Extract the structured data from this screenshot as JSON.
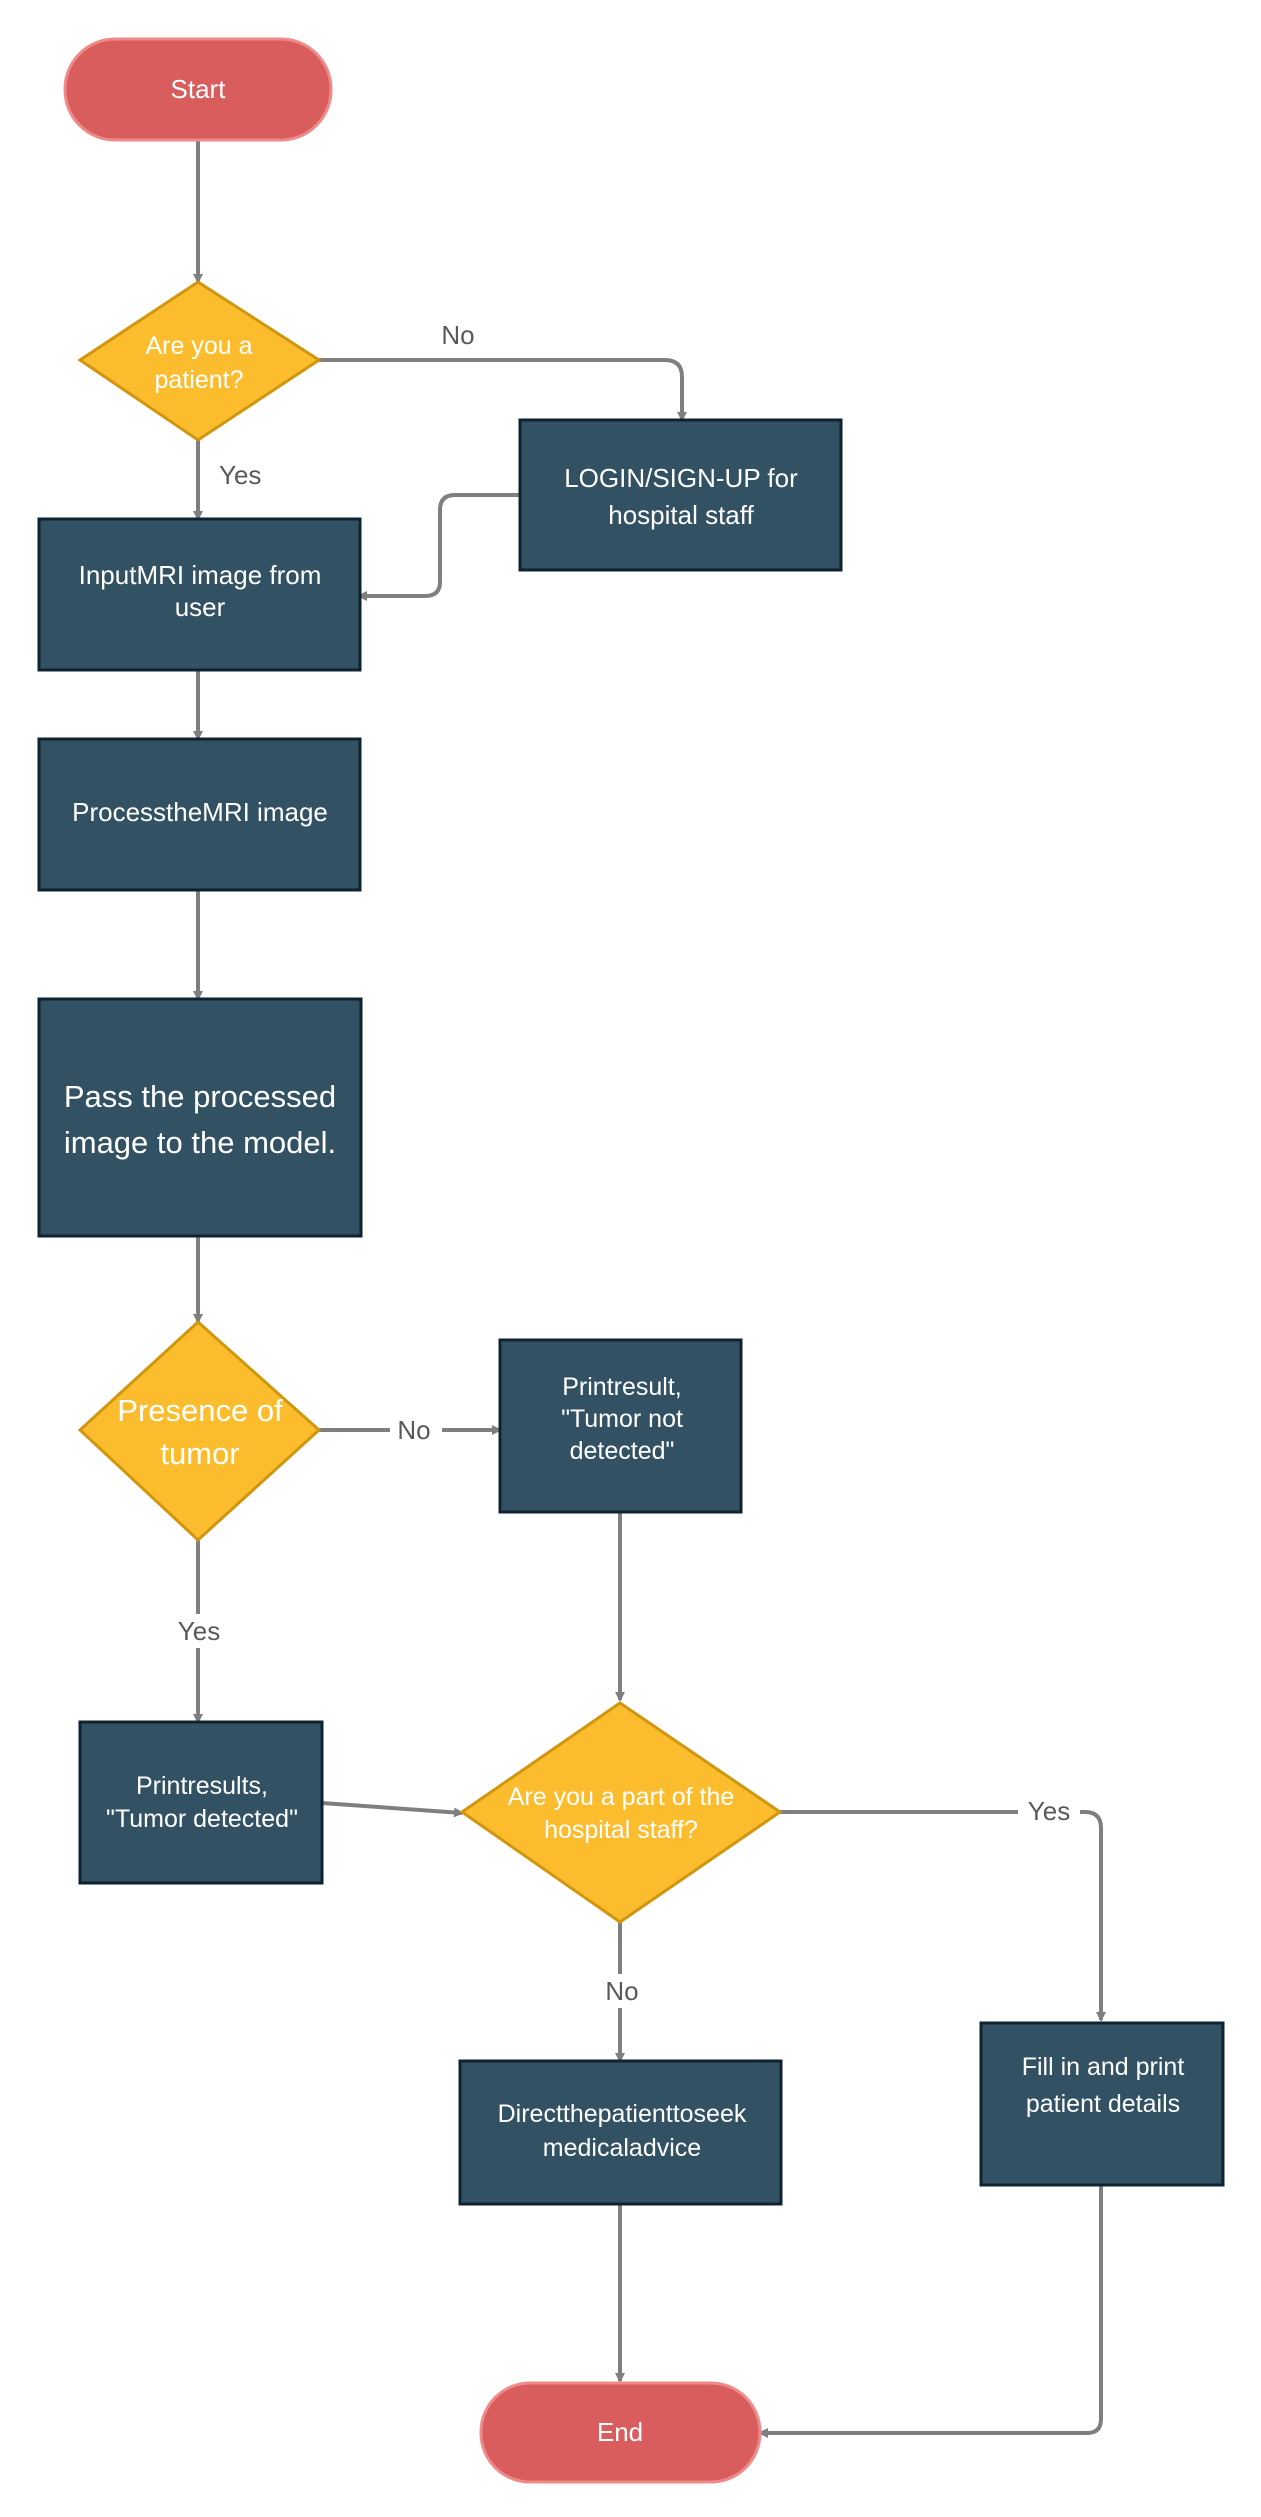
{
  "colors": {
    "terminal_fill": "#d95d5d",
    "terminal_stroke": "#f08a8a",
    "process_fill": "#325163",
    "process_stroke": "#0f2230",
    "decision_fill": "#fbbd2e",
    "decision_stroke": "#d1960e",
    "connector": "#7f7f7f",
    "label": "#595959"
  },
  "nodes": {
    "start": {
      "lines": [
        "Start"
      ]
    },
    "patient_decision": {
      "lines": [
        "Are you a",
        "patient?"
      ]
    },
    "login": {
      "lines": [
        "LOGIN/SIGN-UP for",
        "hospital staff"
      ]
    },
    "input_mri": {
      "lines": [
        "InputMRI image from",
        "user"
      ]
    },
    "process_mri": {
      "lines": [
        "ProcesstheMRI image"
      ]
    },
    "pass_model": {
      "lines": [
        "Pass the processed",
        "image to the model."
      ]
    },
    "tumor_decision": {
      "lines": [
        "Presence of",
        "tumor"
      ]
    },
    "print_not_detected": {
      "lines": [
        "Printresult,",
        "\"Tumor not",
        "detected\""
      ]
    },
    "print_detected": {
      "lines": [
        "Printresults,",
        "\"Tumor detected\""
      ]
    },
    "staff_decision": {
      "lines": [
        "Are you a part of the",
        "hospital staff?"
      ]
    },
    "direct_patient": {
      "lines": [
        "Directthepatienttoseek",
        "medicaladvice"
      ]
    },
    "fill_details": {
      "lines": [
        "Fill in and print",
        "patient details"
      ]
    },
    "end": {
      "lines": [
        "End"
      ]
    }
  },
  "edge_labels": {
    "patient_no": "No",
    "patient_yes": "Yes",
    "tumor_no": "No",
    "tumor_yes": "Yes",
    "staff_yes": "Yes",
    "staff_no": "No"
  }
}
